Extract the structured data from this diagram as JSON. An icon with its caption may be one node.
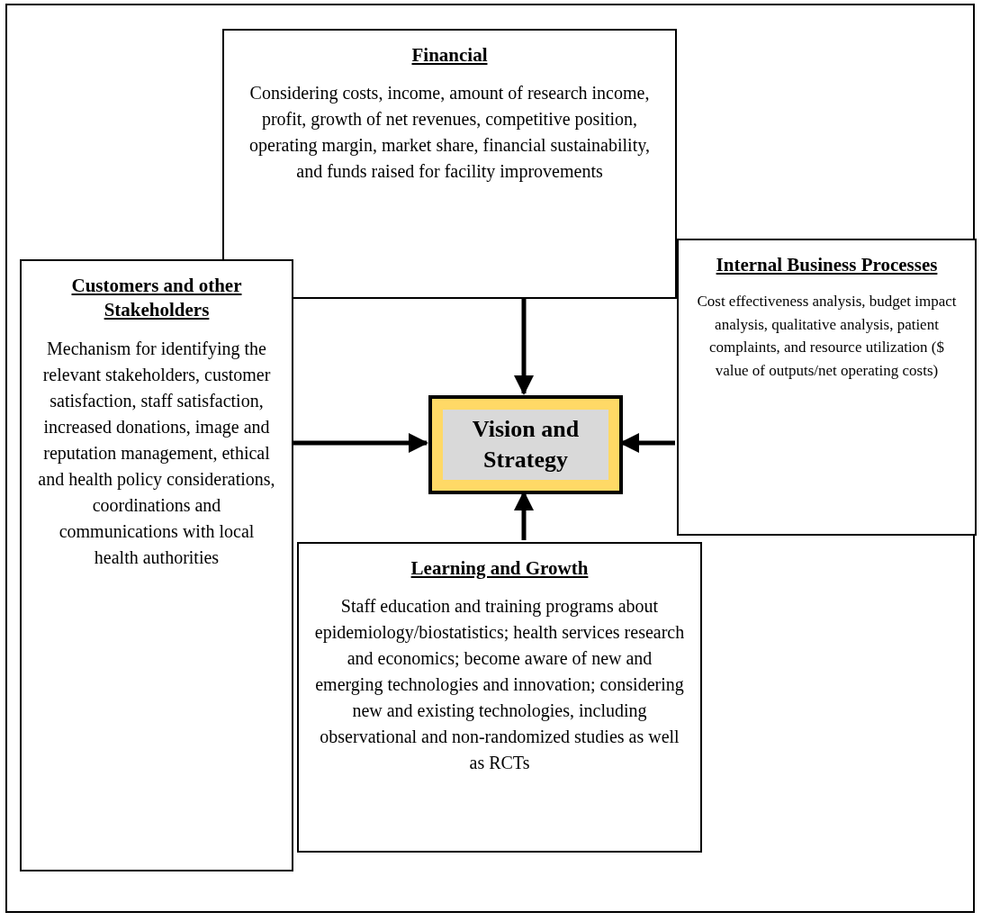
{
  "diagram": {
    "nodes": [
      {
        "text": [
          "Financial",
          "Considering costs, income, amount of research income, profit, growth of net revenues, competitive position, operating margin, market share, financial sustainability, and funds raised for facility improvements"
        ]
      },
      {
        "text": [
          "Customers and other Stakeholders",
          "Mechanism for identifying the relevant stakeholders, customer satisfaction, staff satisfaction, increased donations, image and reputation management, ethical and health policy considerations, coordinations and communications with local health authorities"
        ]
      },
      {
        "text": [
          "Vision and Strategy"
        ]
      },
      {
        "text": [
          "Internal Business Processes",
          "Cost effectiveness analysis, budget impact analysis, qualitative analysis, patient complaints, and resource utilization ($ value of outputs/net operating costs)"
        ]
      },
      {
        "text": [
          "Learning and Growth",
          "Staff education and training programs about epidemiology/biostatistics; health services research and economics; become aware of new and emerging technologies and innovation; considering new and existing technologies, including observational and non-randomized studies as well as RCTs"
        ]
      }
    ],
    "edges": [
      {
        "from": 0,
        "to": 2,
        "arrow": "to"
      },
      {
        "from": 1,
        "to": 2,
        "arrow": "to"
      },
      {
        "from": 3,
        "to": 2,
        "arrow": "to"
      },
      {
        "from": 4,
        "to": 2,
        "arrow": "to"
      }
    ]
  }
}
